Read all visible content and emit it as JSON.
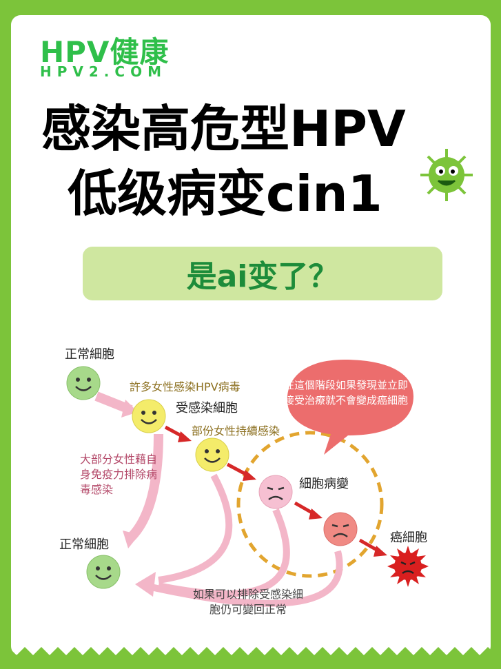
{
  "brand": {
    "name": "HPV健康",
    "site": "HPV2.COM"
  },
  "title": {
    "line1": "感染高危型HPV",
    "line2": "低级病变cin1"
  },
  "question": "是ai变了？",
  "diagram": {
    "normal_cell_top": "正常細胞",
    "infected_note": "許多女性感染HPV病毒",
    "infected_cell": "受感染細胞",
    "persistent_note": "部份女性持續感染",
    "lesion_cell": "細胞病變",
    "cancer_cell": "癌細胞",
    "normal_cell_bottom": "正常細胞",
    "immune_note": "大部分女性藉自身免疫力排除病毒感染",
    "revert_note": "如果可以排除受感染細胞仍可變回正常",
    "bubble_note": "在這個階段如果發現並立即接受治療就不會變成癌細胞"
  },
  "colors": {
    "green_bg": "#7cc43a",
    "pill": "#cfe7a0",
    "pill_text": "#1d8c3a",
    "arrow_pink": "#f3b6c8",
    "arrow_red": "#d62828",
    "dashed": "#e2a52f"
  }
}
